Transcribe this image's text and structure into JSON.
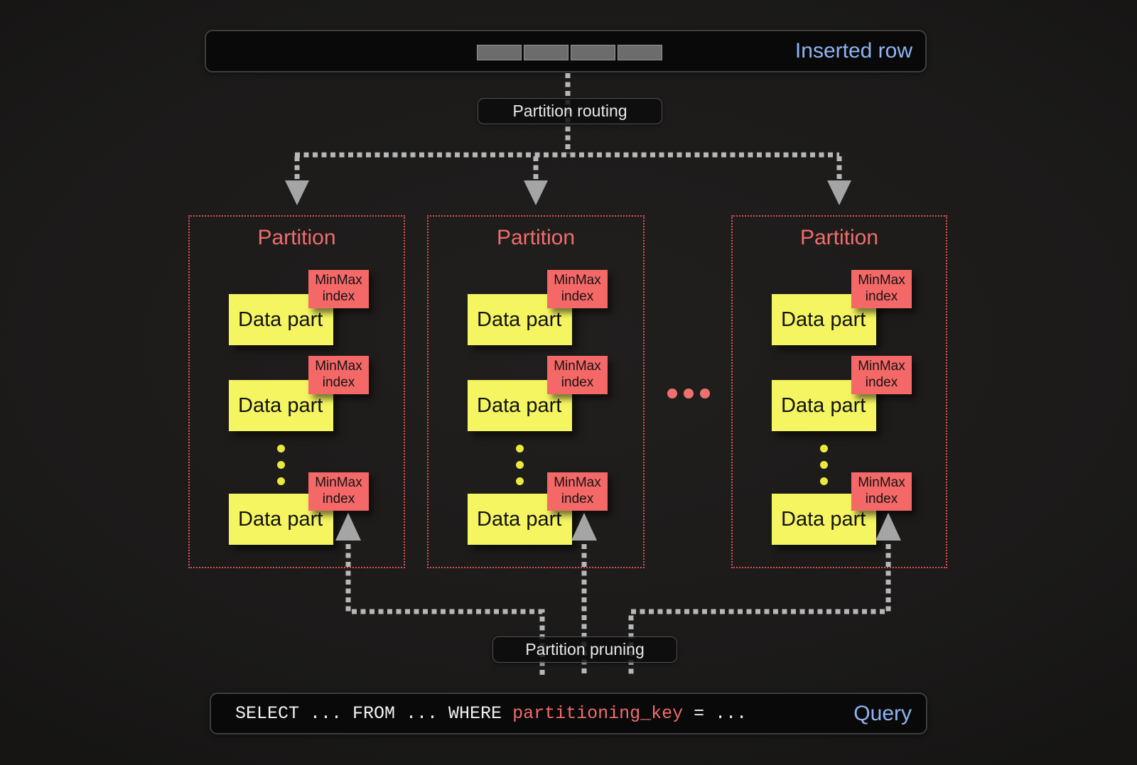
{
  "inserted_row": {
    "label": "Inserted row",
    "segment_count": 4
  },
  "labels": {
    "routing": "Partition routing",
    "pruning": "Partition pruning"
  },
  "partitions": [
    {
      "title": "Partition",
      "parts": [
        {
          "name": "Data part",
          "index": "MinMax index"
        },
        {
          "name": "Data part",
          "index": "MinMax index"
        },
        {
          "name": "Data part",
          "index": "MinMax index"
        }
      ]
    },
    {
      "title": "Partition",
      "parts": [
        {
          "name": "Data part",
          "index": "MinMax index"
        },
        {
          "name": "Data part",
          "index": "MinMax index"
        },
        {
          "name": "Data part",
          "index": "MinMax index"
        }
      ]
    },
    {
      "title": "Partition",
      "parts": [
        {
          "name": "Data part",
          "index": "MinMax index"
        },
        {
          "name": "Data part",
          "index": "MinMax index"
        },
        {
          "name": "Data part",
          "index": "MinMax index"
        }
      ]
    }
  ],
  "query": {
    "prefix": "SELECT ... FROM ... WHERE ",
    "key": "partitioning_key",
    "suffix": " = ...",
    "label": "Query"
  },
  "colors": {
    "background": "#1b1a19",
    "accent_blue": "#8fb5f2",
    "accent_red": "#f06d6d",
    "part_yellow": "#f5f562",
    "index_red": "#f56868",
    "arrow_gray": "#b7b7b7"
  }
}
